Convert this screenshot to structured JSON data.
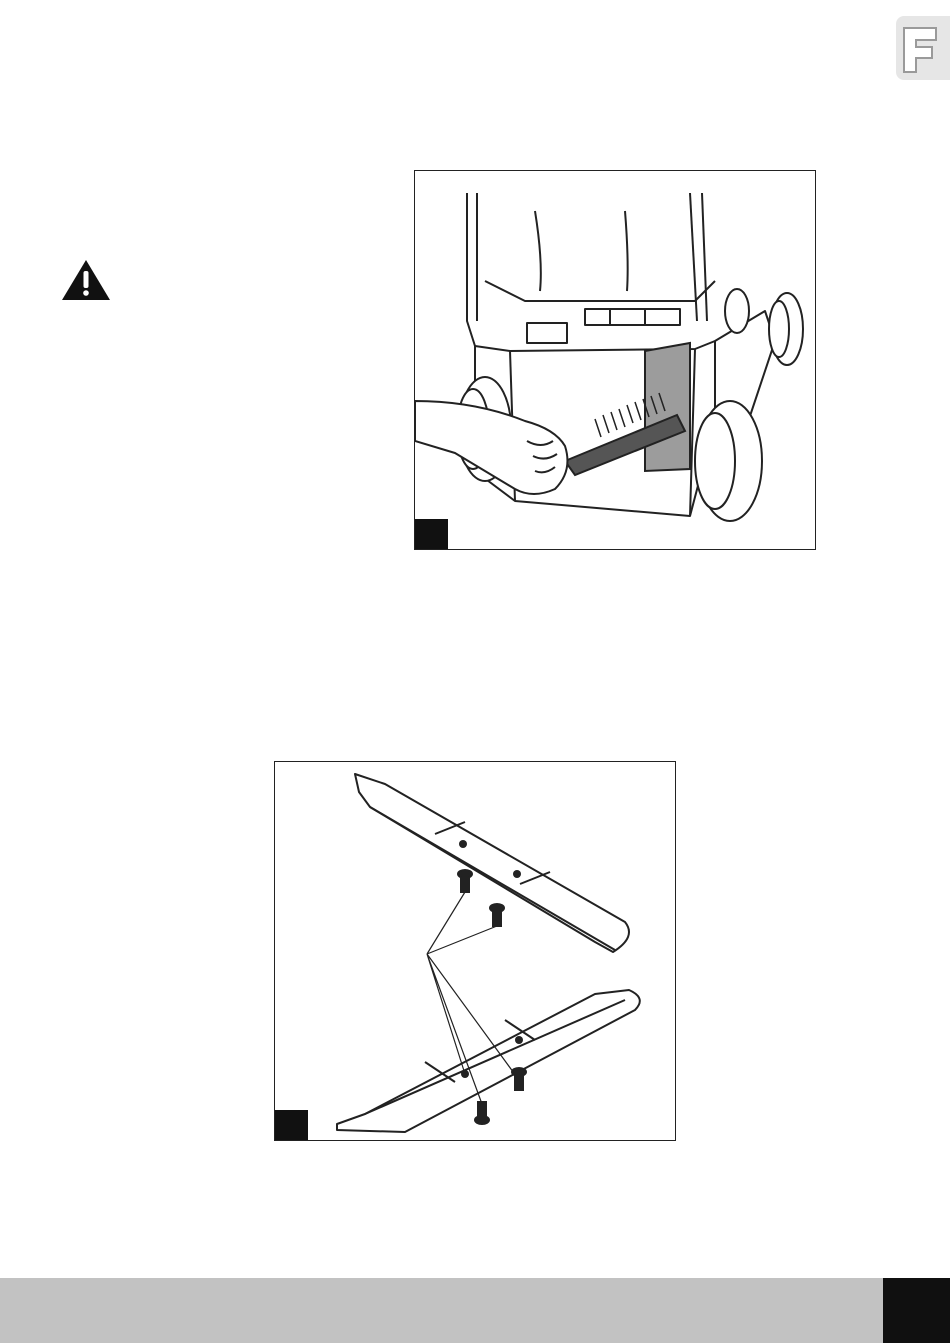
{
  "language_tab": {
    "letter": "F"
  },
  "figures": [
    {
      "label": "",
      "depicts": "brush-cleaning"
    },
    {
      "label": "",
      "depicts": "blade-replacement"
    }
  ],
  "footer": {
    "page_number": ""
  },
  "colors": {
    "footer_bar": "#c2c2c2",
    "page_box": "#101010",
    "tab": "#e6e6e6"
  }
}
